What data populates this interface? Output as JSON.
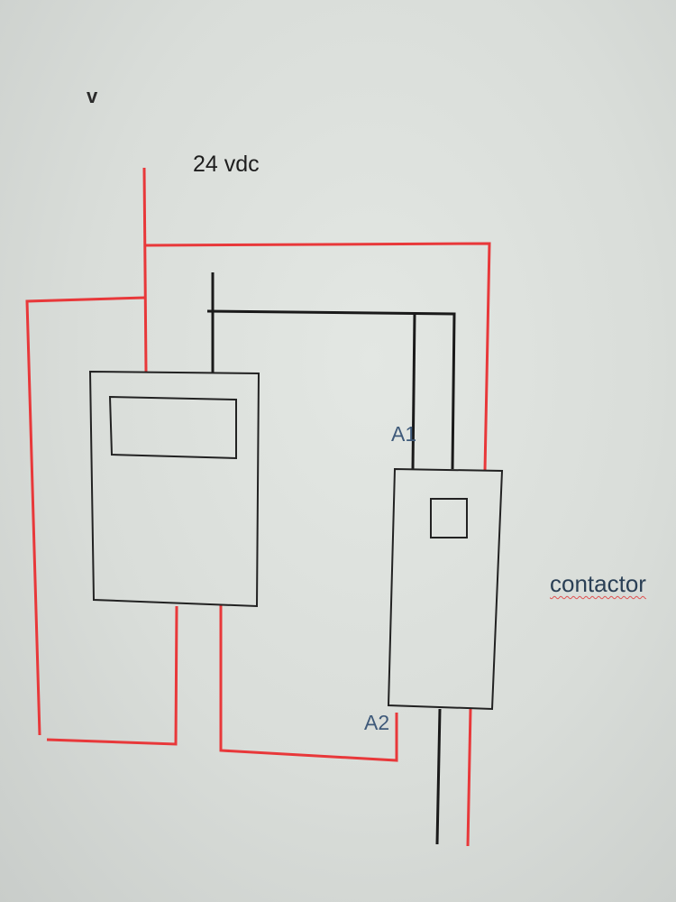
{
  "labels": {
    "v": "v",
    "supply": "24 vdc",
    "a1": "A1",
    "a2": "A2",
    "contactor": "contactor"
  },
  "colors": {
    "positive_wire": "#e8383a",
    "negative_wire": "#1a1a1a",
    "component_outline": "#222222",
    "terminal_label": "#3f5a7a"
  }
}
